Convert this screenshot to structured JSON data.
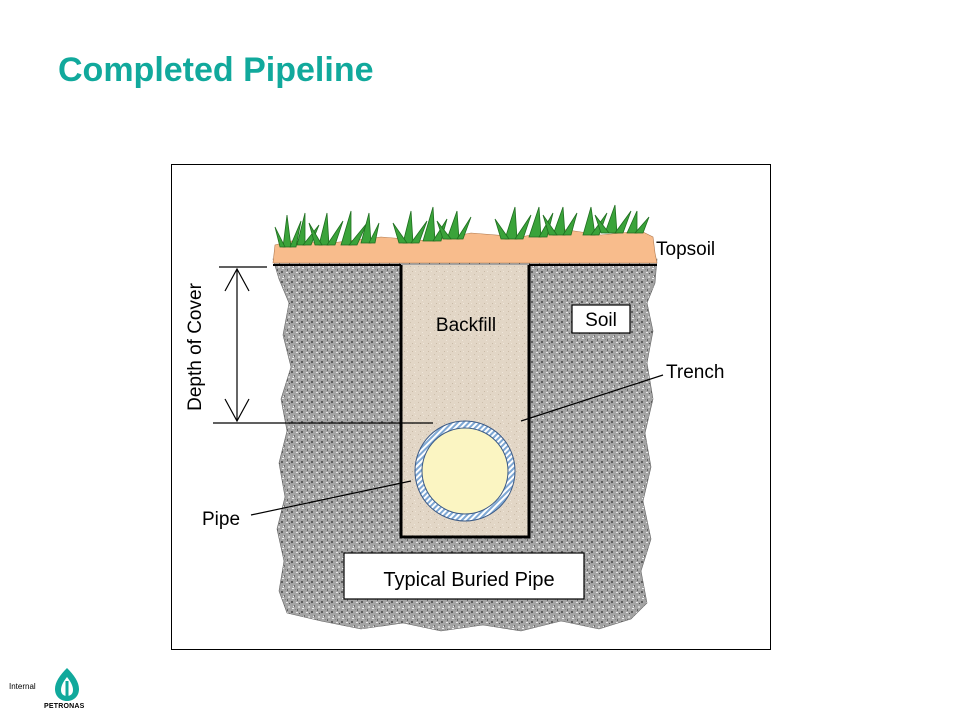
{
  "slide": {
    "title": "Completed Pipeline",
    "title_color": "#11a99c",
    "footer_classification": "Internal"
  },
  "diagram": {
    "labels": {
      "topsoil": "Topsoil",
      "soil": "Soil",
      "backfill": "Backfill",
      "trench": "Trench",
      "pipe": "Pipe",
      "depth_of_cover": "Depth of Cover",
      "caption": "Typical Buried Pipe"
    },
    "colors": {
      "topsoil": "#f8bc8c",
      "soil": "#9c9c9c",
      "backfill": "#e4d8c8",
      "pipe_fill": "#fbf5c2",
      "pipe_wall": "#7fa8d4",
      "grass": "#2e8b2e"
    }
  },
  "logo": {
    "name": "PETRONAS",
    "icon": "petronas-logo-icon",
    "color": "#11a99c"
  }
}
